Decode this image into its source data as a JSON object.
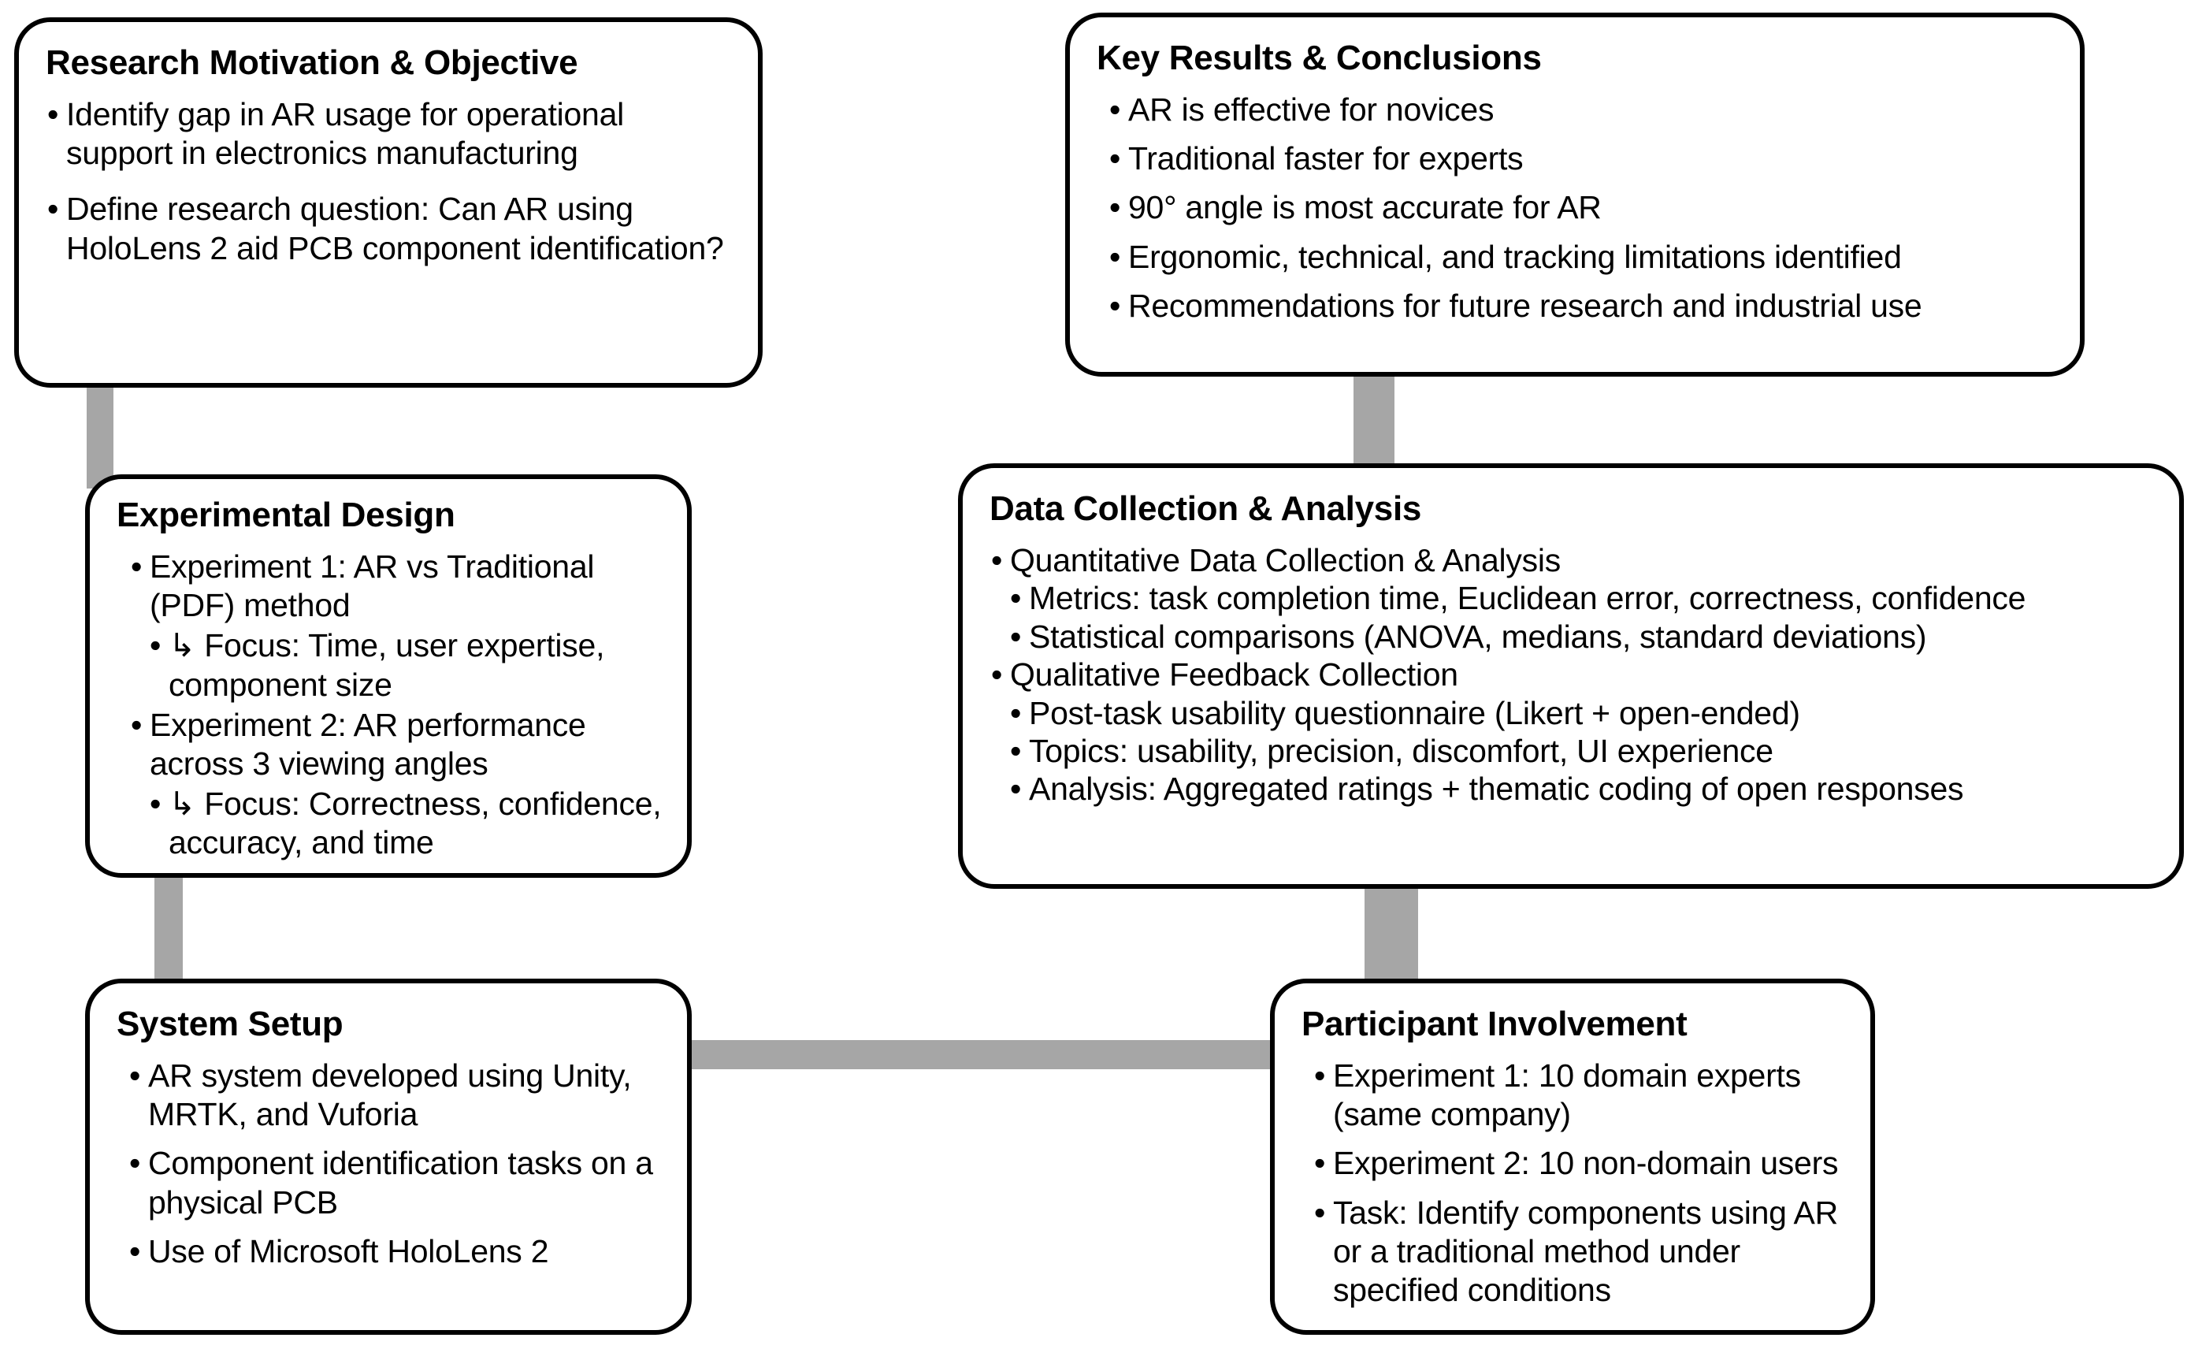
{
  "diagram": {
    "title_semantic": "research-methodology-flowchart",
    "connector_color": "#a6a6a6",
    "box_border_color": "#000000",
    "background": "#ffffff"
  },
  "nodes": [
    {
      "id": "research-motivation-objective",
      "title": "Research Motivation & Objective",
      "bullets": [
        {
          "text": "Identify gap in AR usage for operational support in electronics manufacturing",
          "level": 1
        },
        {
          "text": "Define research question: Can AR using HoloLens 2 aid PCB component identification?",
          "level": 1
        }
      ]
    },
    {
      "id": "experimental-design",
      "title": "Experimental Design",
      "bullets": [
        {
          "text": "Experiment 1: AR vs Traditional (PDF) method",
          "level": 1
        },
        {
          "text": "↳ Focus: Time, user expertise, component size",
          "level": 2
        },
        {
          "text": "Experiment 2: AR performance across 3 viewing angles",
          "level": 1
        },
        {
          "text": "↳ Focus: Correctness, confidence, accuracy, and time",
          "level": 2
        }
      ]
    },
    {
      "id": "system-setup",
      "title": "System Setup",
      "bullets": [
        {
          "text": "AR system developed using Unity, MRTK, and Vuforia",
          "level": 1
        },
        {
          "text": "Component identification tasks on a physical PCB",
          "level": 1
        },
        {
          "text": "Use of Microsoft HoloLens 2",
          "level": 1
        }
      ]
    },
    {
      "id": "key-results-conclusions",
      "title": "Key Results & Conclusions",
      "bullets": [
        {
          "text": "AR is effective for novices",
          "level": 1
        },
        {
          "text": "Traditional faster for experts",
          "level": 1
        },
        {
          "text": "90° angle is most accurate for AR",
          "level": 1
        },
        {
          "text": "Ergonomic, technical, and tracking limitations identified",
          "level": 1
        },
        {
          "text": "Recommendations for future research and industrial use",
          "level": 1
        }
      ]
    },
    {
      "id": "data-collection-analysis",
      "title": "Data Collection & Analysis",
      "bullets": [
        {
          "text": "Quantitative Data Collection & Analysis",
          "level": 1
        },
        {
          "text": "Metrics: task completion time, Euclidean error, correctness, confidence",
          "level": 2
        },
        {
          "text": "Statistical comparisons (ANOVA, medians, standard deviations)",
          "level": 2
        },
        {
          "text": "Qualitative Feedback Collection",
          "level": 1
        },
        {
          "text": "Post-task usability questionnaire (Likert + open-ended)",
          "level": 2
        },
        {
          "text": "Topics: usability, precision, discomfort, UI experience",
          "level": 2
        },
        {
          "text": "Analysis: Aggregated ratings + thematic coding of open responses",
          "level": 2
        }
      ]
    },
    {
      "id": "participant-involvement",
      "title": "Participant Involvement",
      "bullets": [
        {
          "text": "Experiment 1: 10 domain experts (same company)",
          "level": 1
        },
        {
          "text": "Experiment 2: 10 non-domain users",
          "level": 1
        },
        {
          "text": "Task: Identify components using AR or a traditional method under specified conditions",
          "level": 1
        }
      ]
    }
  ],
  "connectors": [
    {
      "id": "motivation-to-experimental-design",
      "orientation": "vertical"
    },
    {
      "id": "experimental-design-to-system-setup",
      "orientation": "vertical"
    },
    {
      "id": "system-setup-to-participant-involvement",
      "orientation": "horizontal"
    },
    {
      "id": "participant-involvement-to-data-collection",
      "orientation": "vertical"
    },
    {
      "id": "data-collection-to-key-results",
      "orientation": "vertical"
    }
  ]
}
